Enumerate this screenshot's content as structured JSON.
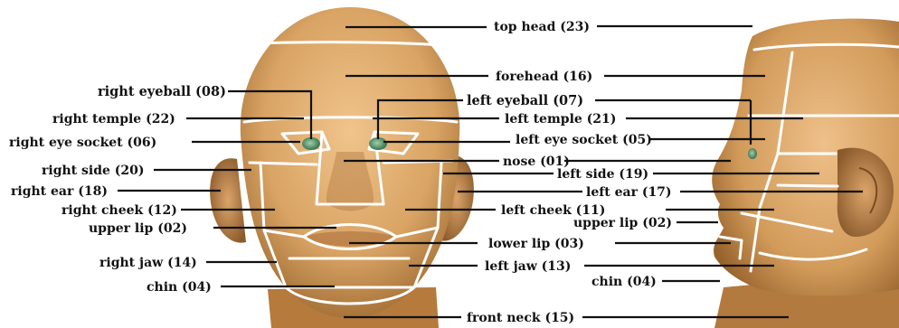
{
  "labels": {
    "top_head": "top head (23)",
    "forehead": "forehead (16)",
    "right_eyeball": "right eyeball (08)",
    "left_eyeball": "left eyeball (07)",
    "right_temple": "right temple (22)",
    "left_temple": "left temple (21)",
    "right_eye_socket": "right eye socket (06)",
    "left_eye_socket": "left eye socket (05)",
    "nose": "nose (01)",
    "right_side": "right side (20)",
    "left_side": "left side (19)",
    "right_ear": "right ear (18)",
    "left_ear": "left ear (17)",
    "right_cheek": "right cheek (12)",
    "left_cheek": "left cheek (11)",
    "upper_lip_front": "upper lip (02)",
    "upper_lip_side": "upper lip (02)",
    "lower_lip": "lower lip (03)",
    "right_jaw": "right jaw (14)",
    "left_jaw": "left jaw (13)",
    "chin_front": "chin (04)",
    "chin_side": "chin (04)",
    "front_neck": "front neck (15)"
  },
  "colors": {
    "skin_light": "#e8b67c",
    "skin_mid": "#c9914f",
    "skin_dark": "#8a5a2b",
    "seam": "#ffffff",
    "eyeball": "#4f8f6a",
    "text": "#111111"
  }
}
